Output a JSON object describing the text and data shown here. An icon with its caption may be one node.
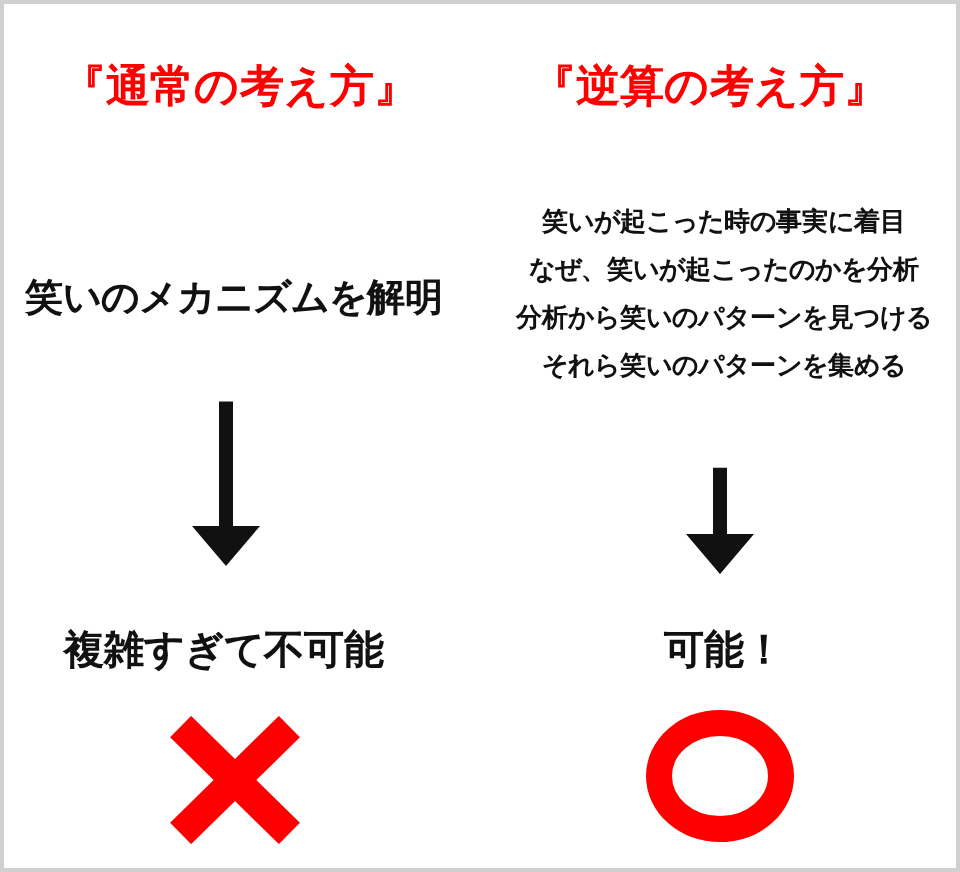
{
  "diagram": {
    "nodes": [
      {
        "text": [
          "笑いのメカニズムを解明"
        ]
      },
      {
        "text": [
          "笑いが起こった時の事実に着目",
          "なぜ、笑いが起こったのかを分析",
          "分析から笑いのパターンを見つける",
          "それら笑いのパターンを集める"
        ]
      },
      {
        "text": [
          "複雑すぎて不可能"
        ]
      },
      {
        "text": [
          "可能！"
        ]
      },
      {
        "text": [],
        "shape": "cross"
      },
      {
        "text": [],
        "shape": "circle"
      }
    ],
    "edges": [
      {
        "from": 0,
        "to": 2,
        "arrow": "to"
      },
      {
        "from": 1,
        "to": 3,
        "arrow": "to"
      }
    ],
    "labels": [
      "『通常の考え方』",
      "『逆算の考え方』"
    ]
  }
}
